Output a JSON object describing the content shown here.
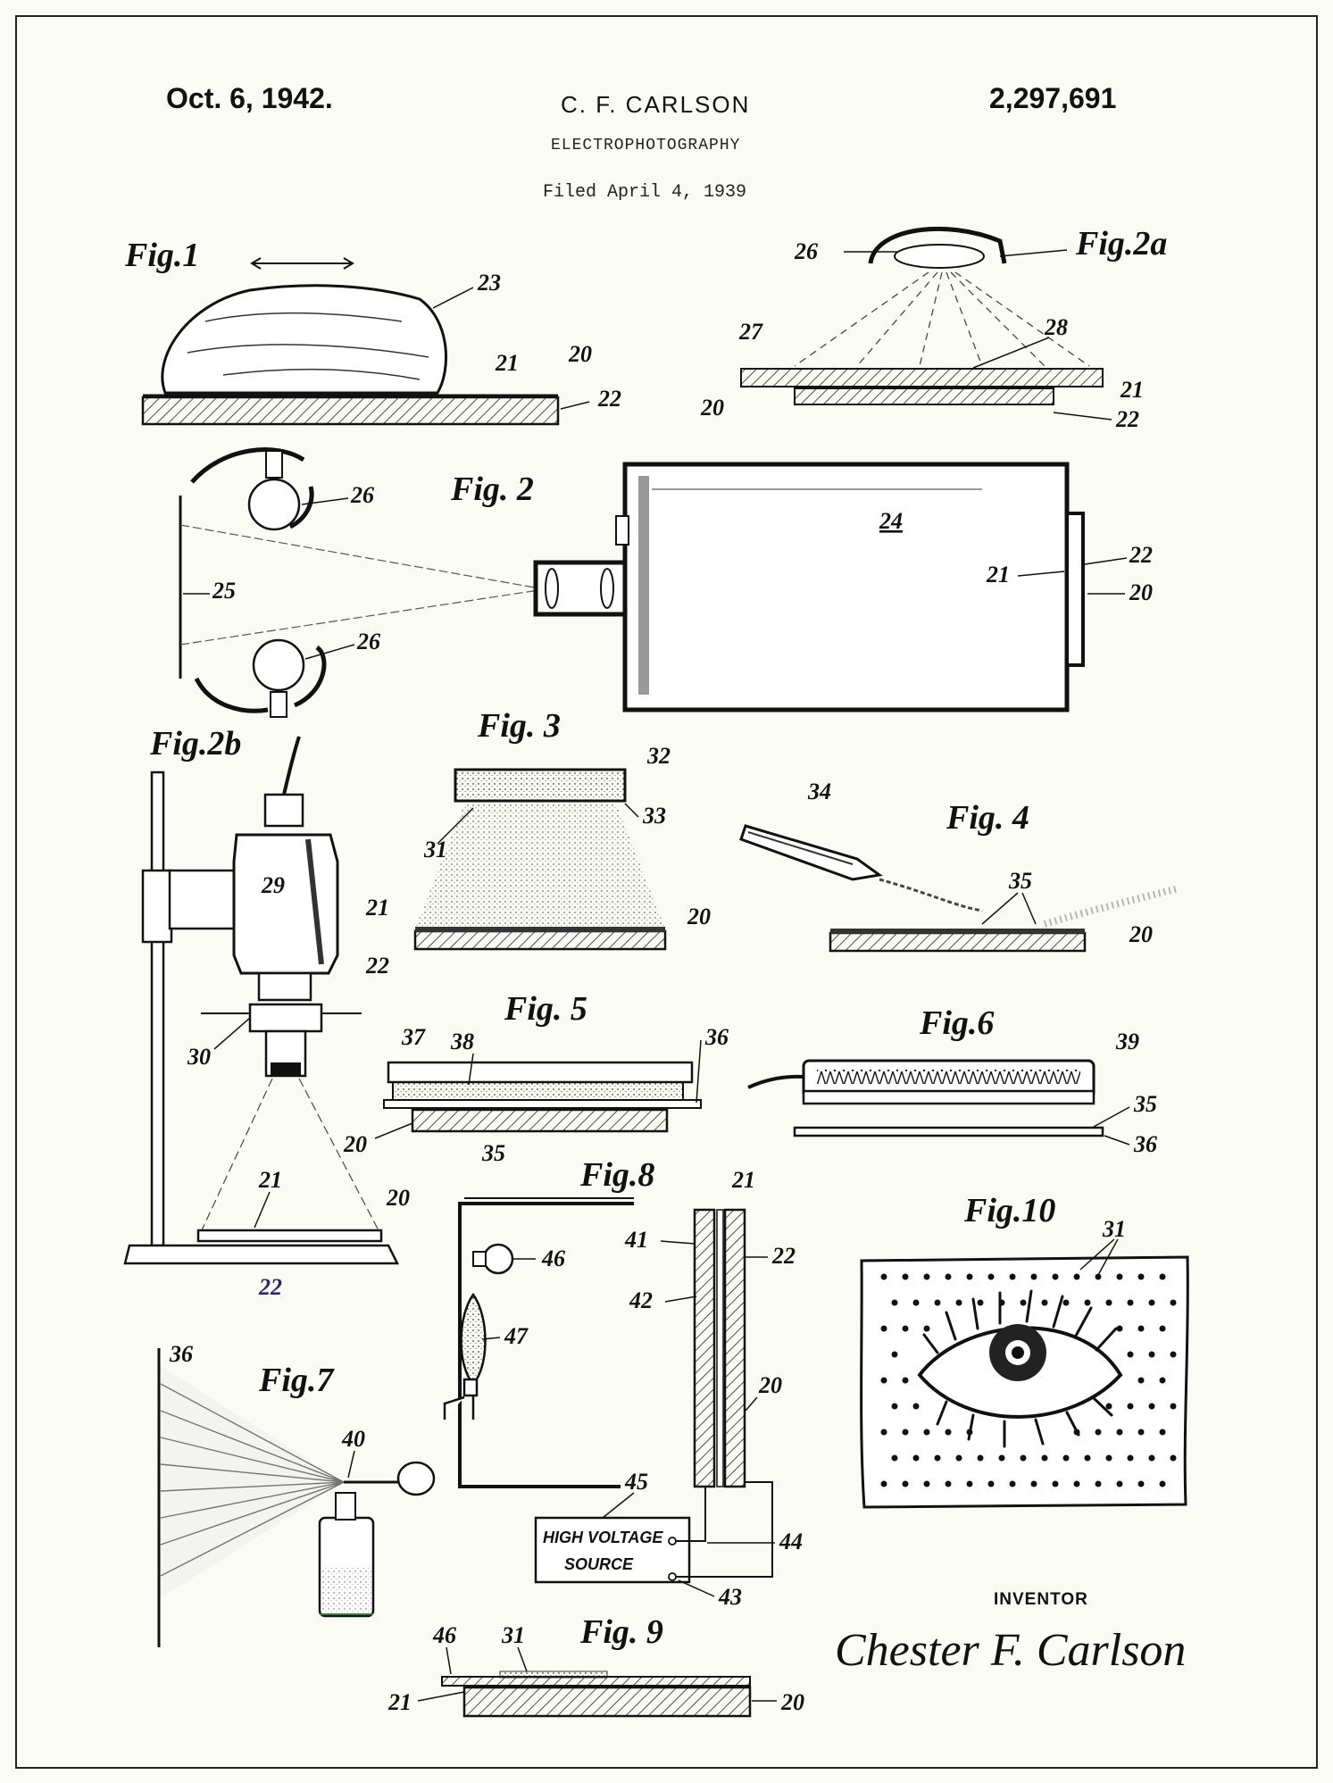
{
  "header": {
    "date": "Oct. 6, 1942.",
    "inventor_name": "C. F. CARLSON",
    "patent_number": "2,297,691",
    "title": "ELECTROPHOTOGRAPHY",
    "filed": "Filed April 4, 1939"
  },
  "figures": {
    "fig1": "Fig.1",
    "fig2": "Fig. 2",
    "fig2a": "Fig.2a",
    "fig2b": "Fig.2b",
    "fig3": "Fig. 3",
    "fig4": "Fig. 4",
    "fig5": "Fig. 5",
    "fig6": "Fig.6",
    "fig7": "Fig.7",
    "fig8": "Fig.8",
    "fig9": "Fig. 9",
    "fig10": "Fig.10"
  },
  "labels": {
    "fig1": [
      "23",
      "21",
      "20",
      "22"
    ],
    "fig2a": [
      "26",
      "27",
      "28",
      "21",
      "20",
      "22"
    ],
    "fig2": [
      "26",
      "25",
      "26",
      "24",
      "21",
      "22",
      "20"
    ],
    "fig2b": [
      "29",
      "30",
      "21",
      "20",
      "22"
    ],
    "fig3": [
      "32",
      "33",
      "31",
      "21",
      "20",
      "22"
    ],
    "fig4": [
      "34",
      "35",
      "20"
    ],
    "fig5": [
      "37",
      "38",
      "36",
      "20",
      "35"
    ],
    "fig6": [
      "39",
      "35",
      "36"
    ],
    "fig7": [
      "36",
      "40"
    ],
    "fig8": [
      "21",
      "41",
      "22",
      "46",
      "42",
      "47",
      "20",
      "45",
      "44",
      "43"
    ],
    "fig9": [
      "46",
      "31",
      "21",
      "20"
    ],
    "fig10": [
      "31"
    ]
  },
  "high_voltage_box": {
    "line1": "HIGH VOLTAGE",
    "line2": "SOURCE"
  },
  "inventor_label": "INVENTOR",
  "signature": "Chester F. Carlson"
}
